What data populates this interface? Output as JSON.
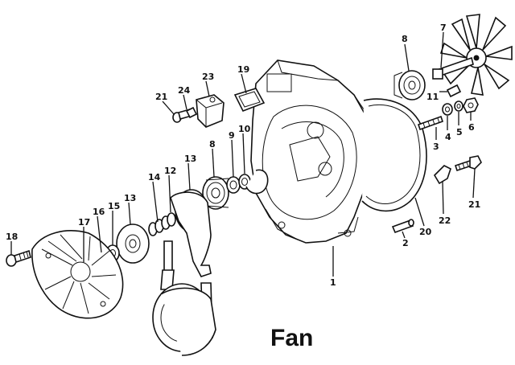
{
  "title": "Fan",
  "parts": [
    {
      "id": "p1",
      "num": "1"
    },
    {
      "id": "p2",
      "num": "2"
    },
    {
      "id": "p3",
      "num": "3"
    },
    {
      "id": "p4",
      "num": "4"
    },
    {
      "id": "p5",
      "num": "5"
    },
    {
      "id": "p6",
      "num": "6"
    },
    {
      "id": "p7",
      "num": "7"
    },
    {
      "id": "p8a",
      "num": "8"
    },
    {
      "id": "p8b",
      "num": "8"
    },
    {
      "id": "p9",
      "num": "9"
    },
    {
      "id": "p10",
      "num": "10"
    },
    {
      "id": "p11",
      "num": "11"
    },
    {
      "id": "p12",
      "num": "12"
    },
    {
      "id": "p13a",
      "num": "13"
    },
    {
      "id": "p13b",
      "num": "13"
    },
    {
      "id": "p14",
      "num": "14"
    },
    {
      "id": "p15",
      "num": "15"
    },
    {
      "id": "p16",
      "num": "16"
    },
    {
      "id": "p17",
      "num": "17"
    },
    {
      "id": "p18",
      "num": "18"
    },
    {
      "id": "p19",
      "num": "19"
    },
    {
      "id": "p20",
      "num": "20"
    },
    {
      "id": "p21a",
      "num": "21"
    },
    {
      "id": "p21b",
      "num": "21"
    },
    {
      "id": "p22",
      "num": "22"
    },
    {
      "id": "p23",
      "num": "23"
    },
    {
      "id": "p24",
      "num": "24"
    }
  ]
}
